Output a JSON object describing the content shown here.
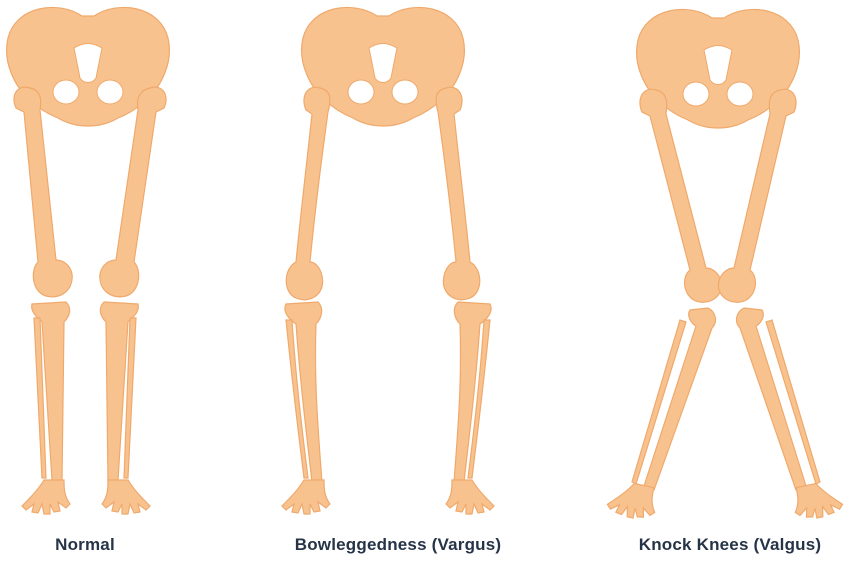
{
  "colors": {
    "bone": "#F8C28E",
    "bone_outline": "#EFA96C",
    "label": "#263447",
    "background": "#ffffff"
  },
  "panels": [
    {
      "id": "normal",
      "label": "Normal"
    },
    {
      "id": "bowleg",
      "label": "Bowleggedness (Vargus)"
    },
    {
      "id": "knock",
      "label": "Knock Knees (Valgus)"
    }
  ]
}
